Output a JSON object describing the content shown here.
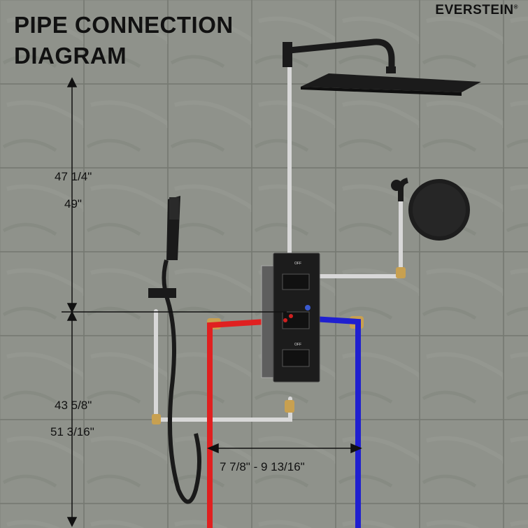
{
  "title_line1": "PIPE CONNECTION",
  "title_line2": "DIAGRAM",
  "brand": "EVERSTEIN",
  "brand_mark": "®",
  "dimensions": {
    "upper_min": "47 1/4\"",
    "upper_max": "49\"",
    "lower_min": "43 5/8\"",
    "lower_max": "51 3/16\"",
    "horizontal": "7 7/8\" - 9 13/16\""
  },
  "valve_labels": {
    "top_off": "OFF",
    "bottom_off": "OFF"
  },
  "colors": {
    "hot_pipe": "#e02020",
    "cold_pipe": "#1f1fd0",
    "supply_pipe": "#d8d8d8",
    "fitting": "#c8a050",
    "fixture": "#1a1a1a"
  }
}
